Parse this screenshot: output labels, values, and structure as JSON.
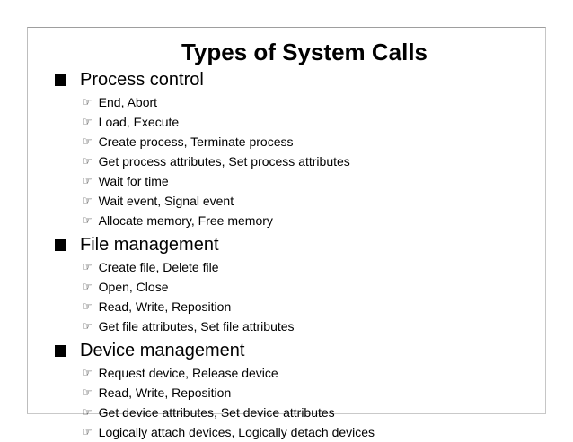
{
  "slide": {
    "title": "Types of System Calls",
    "bullet_icon": "☞",
    "sections": [
      {
        "heading": "Process control",
        "items": [
          "End, Abort",
          "Load, Execute",
          "Create process, Terminate process",
          "Get process attributes, Set process attributes",
          "Wait for time",
          "Wait event, Signal event",
          "Allocate memory, Free memory"
        ]
      },
      {
        "heading": "File management",
        "items": [
          "Create file, Delete file",
          "Open, Close",
          "Read, Write, Reposition",
          "Get file attributes, Set file attributes"
        ]
      },
      {
        "heading": "Device management",
        "items": [
          "Request device, Release device",
          "Read, Write, Reposition",
          "Get device attributes, Set device attributes",
          "Logically attach devices, Logically detach devices"
        ]
      }
    ],
    "colors": {
      "text": "#000000",
      "background": "#ffffff",
      "border": "#bdbdbd",
      "bullet": "#000000"
    }
  }
}
